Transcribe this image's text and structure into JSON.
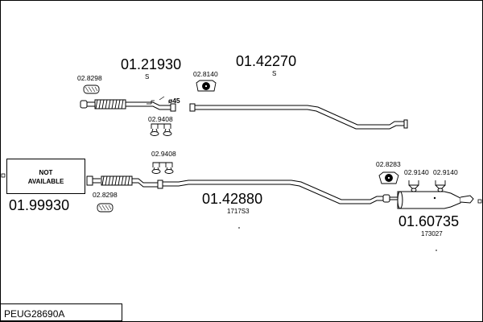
{
  "parts": {
    "p1": {
      "number": "01.21930",
      "note": "S"
    },
    "p2": {
      "number": "01.42270",
      "note": "S"
    },
    "p3": {
      "number": "01.42880",
      "note": "1717S3"
    },
    "p4": {
      "number": "01.60735",
      "note": "173027"
    },
    "p5": {
      "number": "01.99930"
    }
  },
  "accessories": {
    "a1": "02.8298",
    "a2": "02.8140",
    "a3": "02.9408",
    "a4": "02.9408",
    "a5": "02.8298",
    "a6": "02.8283",
    "a7": "02.9140",
    "a8": "02.9140"
  },
  "diameter_label": "ø45",
  "not_available": {
    "line1": "NOT",
    "line2": "AVAILABLE"
  },
  "vehicle_code": "PEUG28690A"
}
